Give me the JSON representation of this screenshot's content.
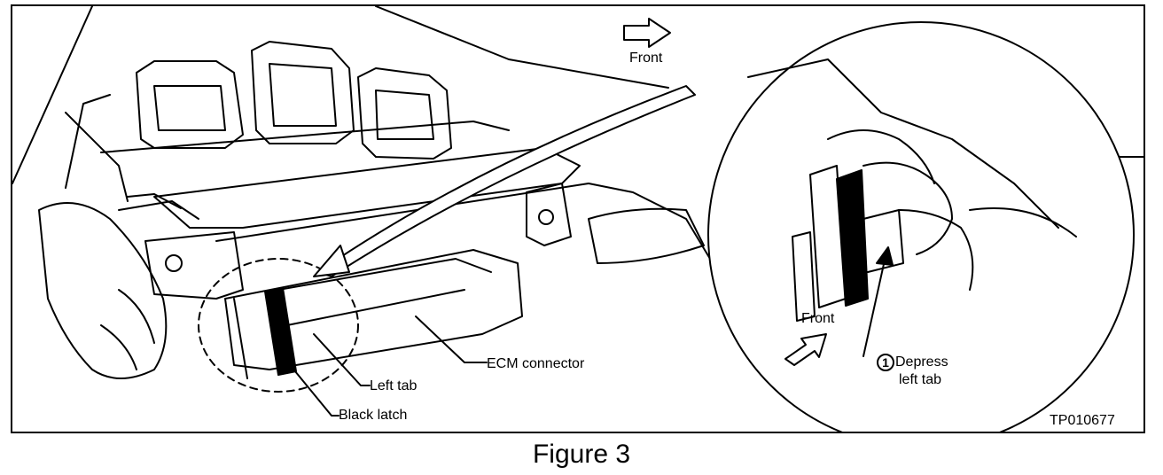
{
  "labels": {
    "front_top": "Front",
    "front_inset": "Front",
    "ecm_connector": "ECM connector",
    "left_tab": "Left tab",
    "black_latch": "Black latch",
    "step_number": "1",
    "depress_line1": "Depress",
    "depress_line2": "left tab",
    "figure_id": "TP010677"
  },
  "caption": "Figure 3"
}
